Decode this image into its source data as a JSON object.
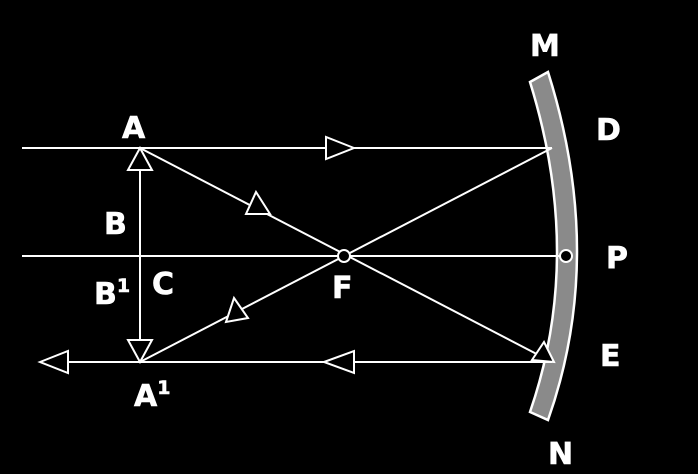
{
  "colors": {
    "background": "#000000",
    "line": "#ffffff",
    "mirror_fill": "#8a8a8a"
  },
  "labels": {
    "M": "M",
    "D": "D",
    "P": "P",
    "E": "E",
    "N": "N",
    "A": "A",
    "B": "B",
    "C": "C",
    "F": "F",
    "B1": {
      "base": "B",
      "sup": "1"
    },
    "A1": {
      "base": "A",
      "sup": "1"
    }
  }
}
